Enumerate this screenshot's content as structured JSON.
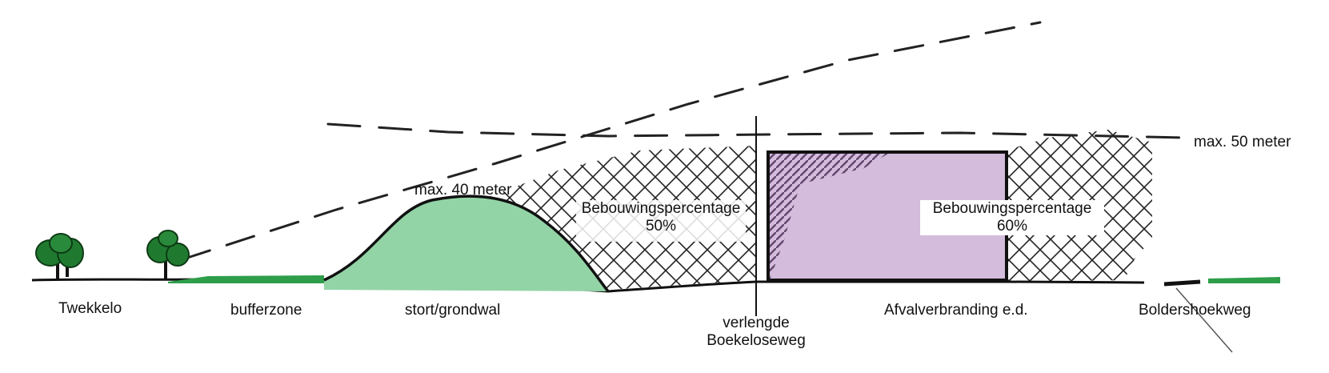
{
  "labels": {
    "max50": "max. 50 meter",
    "max40": "max. 40 meter",
    "pct1_line1": "Bebouwingspercentage",
    "pct1_line2": "50%",
    "pct2_line1": "Bebouwingspercentage",
    "pct2_line2": "60%",
    "tweekkelo": "Twekkelo",
    "bufferzone": "bufferzone",
    "stort": "stort/grondwal",
    "verlengde_line1": "verlengde",
    "verlengde_line2": "Boekeloseweg",
    "afval": "Afvalverbranding e.d.",
    "bolder": "Boldershoekweg"
  },
  "colors": {
    "ground_green": "#2e9e4a",
    "hill_green": "#93d4a7",
    "building_purple": "#d4bcdc",
    "building_dark": "#5a3d66",
    "tree_green": "#1f7a30",
    "line": "#111111"
  }
}
